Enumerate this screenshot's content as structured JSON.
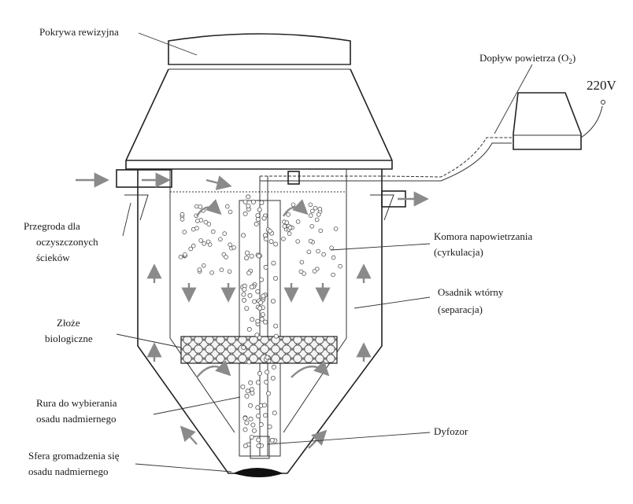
{
  "labels": {
    "lid": "Pokrywa rewizyjna",
    "air_supply": "Dopływ powietrza (O",
    "air_supply_sub": "2",
    "air_supply_end": ")",
    "voltage": "220V",
    "baffle_1": "Przegroda dla",
    "baffle_2": "oczyszczonych",
    "baffle_3": "ścieków",
    "aeration_1": "Komora napowietrzania",
    "aeration_2": "(cyrkulacja)",
    "settler_1": "Osadnik wtórny",
    "settler_2": "(separacja)",
    "bed_1": "Złoże",
    "bed_2": "biologiczne",
    "pipe_1": "Rura do wybierania",
    "pipe_2": "osadu nadmiernego",
    "diffuser": "Dyfozor",
    "sphere_1": "Sfera gromadzenia się",
    "sphere_2": "osadu nadmiernego"
  },
  "colors": {
    "outline": "#222222",
    "flow_arrows": "#8a8a8a",
    "sludge": "#111111",
    "bio_bed": "#bdbdbd"
  }
}
